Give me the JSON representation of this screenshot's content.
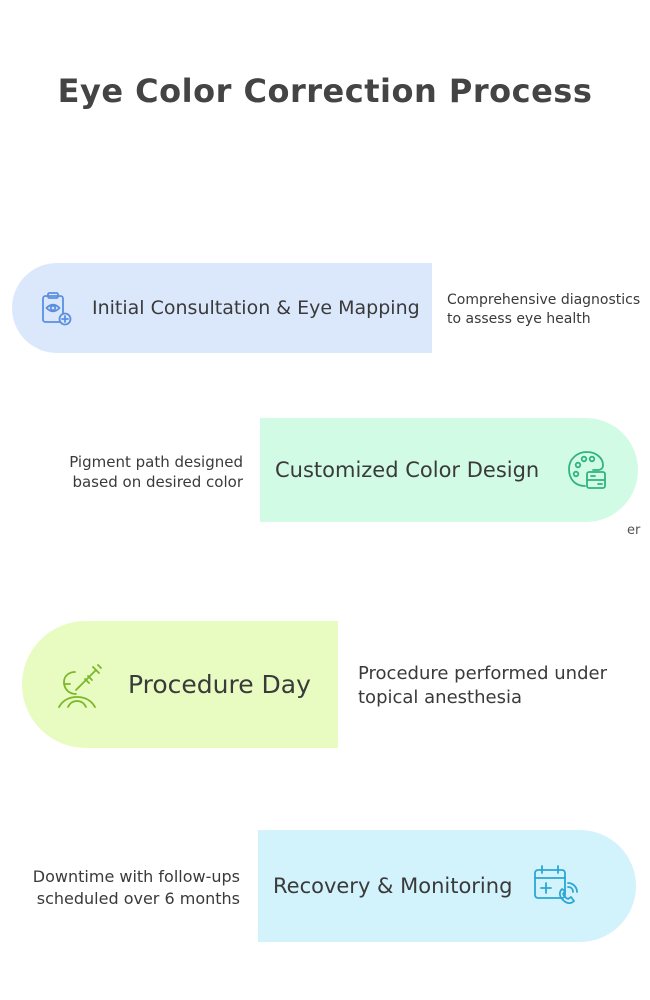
{
  "title": "Eye Color Correction Process",
  "steps": [
    {
      "label": "Initial Consultation & Eye Mapping",
      "icon": "clipboard-eye-icon",
      "color": "#dbe8fc",
      "accent": "#5a8fe0",
      "description": [
        "Comprehensive diagnostics",
        "to assess eye health"
      ]
    },
    {
      "label": "Customized Color Design",
      "icon": "palette-icon",
      "color": "#d2fbe6",
      "accent": "#2fb47c",
      "description": [
        "Pigment path designed",
        "based on desired color"
      ]
    },
    {
      "label": "Procedure Day",
      "icon": "surgery-injection-icon",
      "color": "#e8fcc2",
      "accent": "#7cb72a",
      "description": [
        "Procedure performed under",
        "topical anesthesia"
      ]
    },
    {
      "label": "Recovery & Monitoring",
      "icon": "calendar-medical-icon",
      "color": "#d2f2fc",
      "accent": "#2ba6d4",
      "description": [
        "Downtime with follow-ups",
        "scheduled over 6 months"
      ]
    }
  ],
  "stray_text": "er"
}
